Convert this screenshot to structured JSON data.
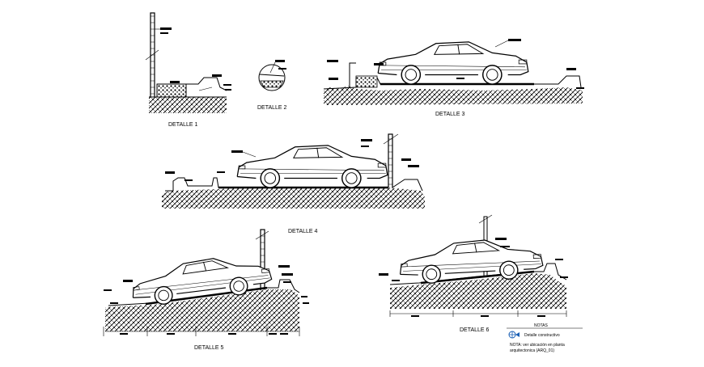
{
  "details": [
    {
      "label": "DETALLE 1"
    },
    {
      "label": "DETALLE 2"
    },
    {
      "label": "DETALLE 3"
    },
    {
      "label": "DETALLE 4"
    },
    {
      "label": "DETALLE 5"
    },
    {
      "label": "DETALLE 6"
    }
  ],
  "notes": {
    "heading": "NOTAS",
    "legend_item": "Detalle constructivo",
    "note_line1": "NOTA: ver ubicación en planta",
    "note_line2": "arquitectonica (ARQ_01)"
  },
  "colors": {
    "ink": "#000000",
    "legend_icon": "#1a5fb4",
    "hatch_gray": "#555555"
  }
}
